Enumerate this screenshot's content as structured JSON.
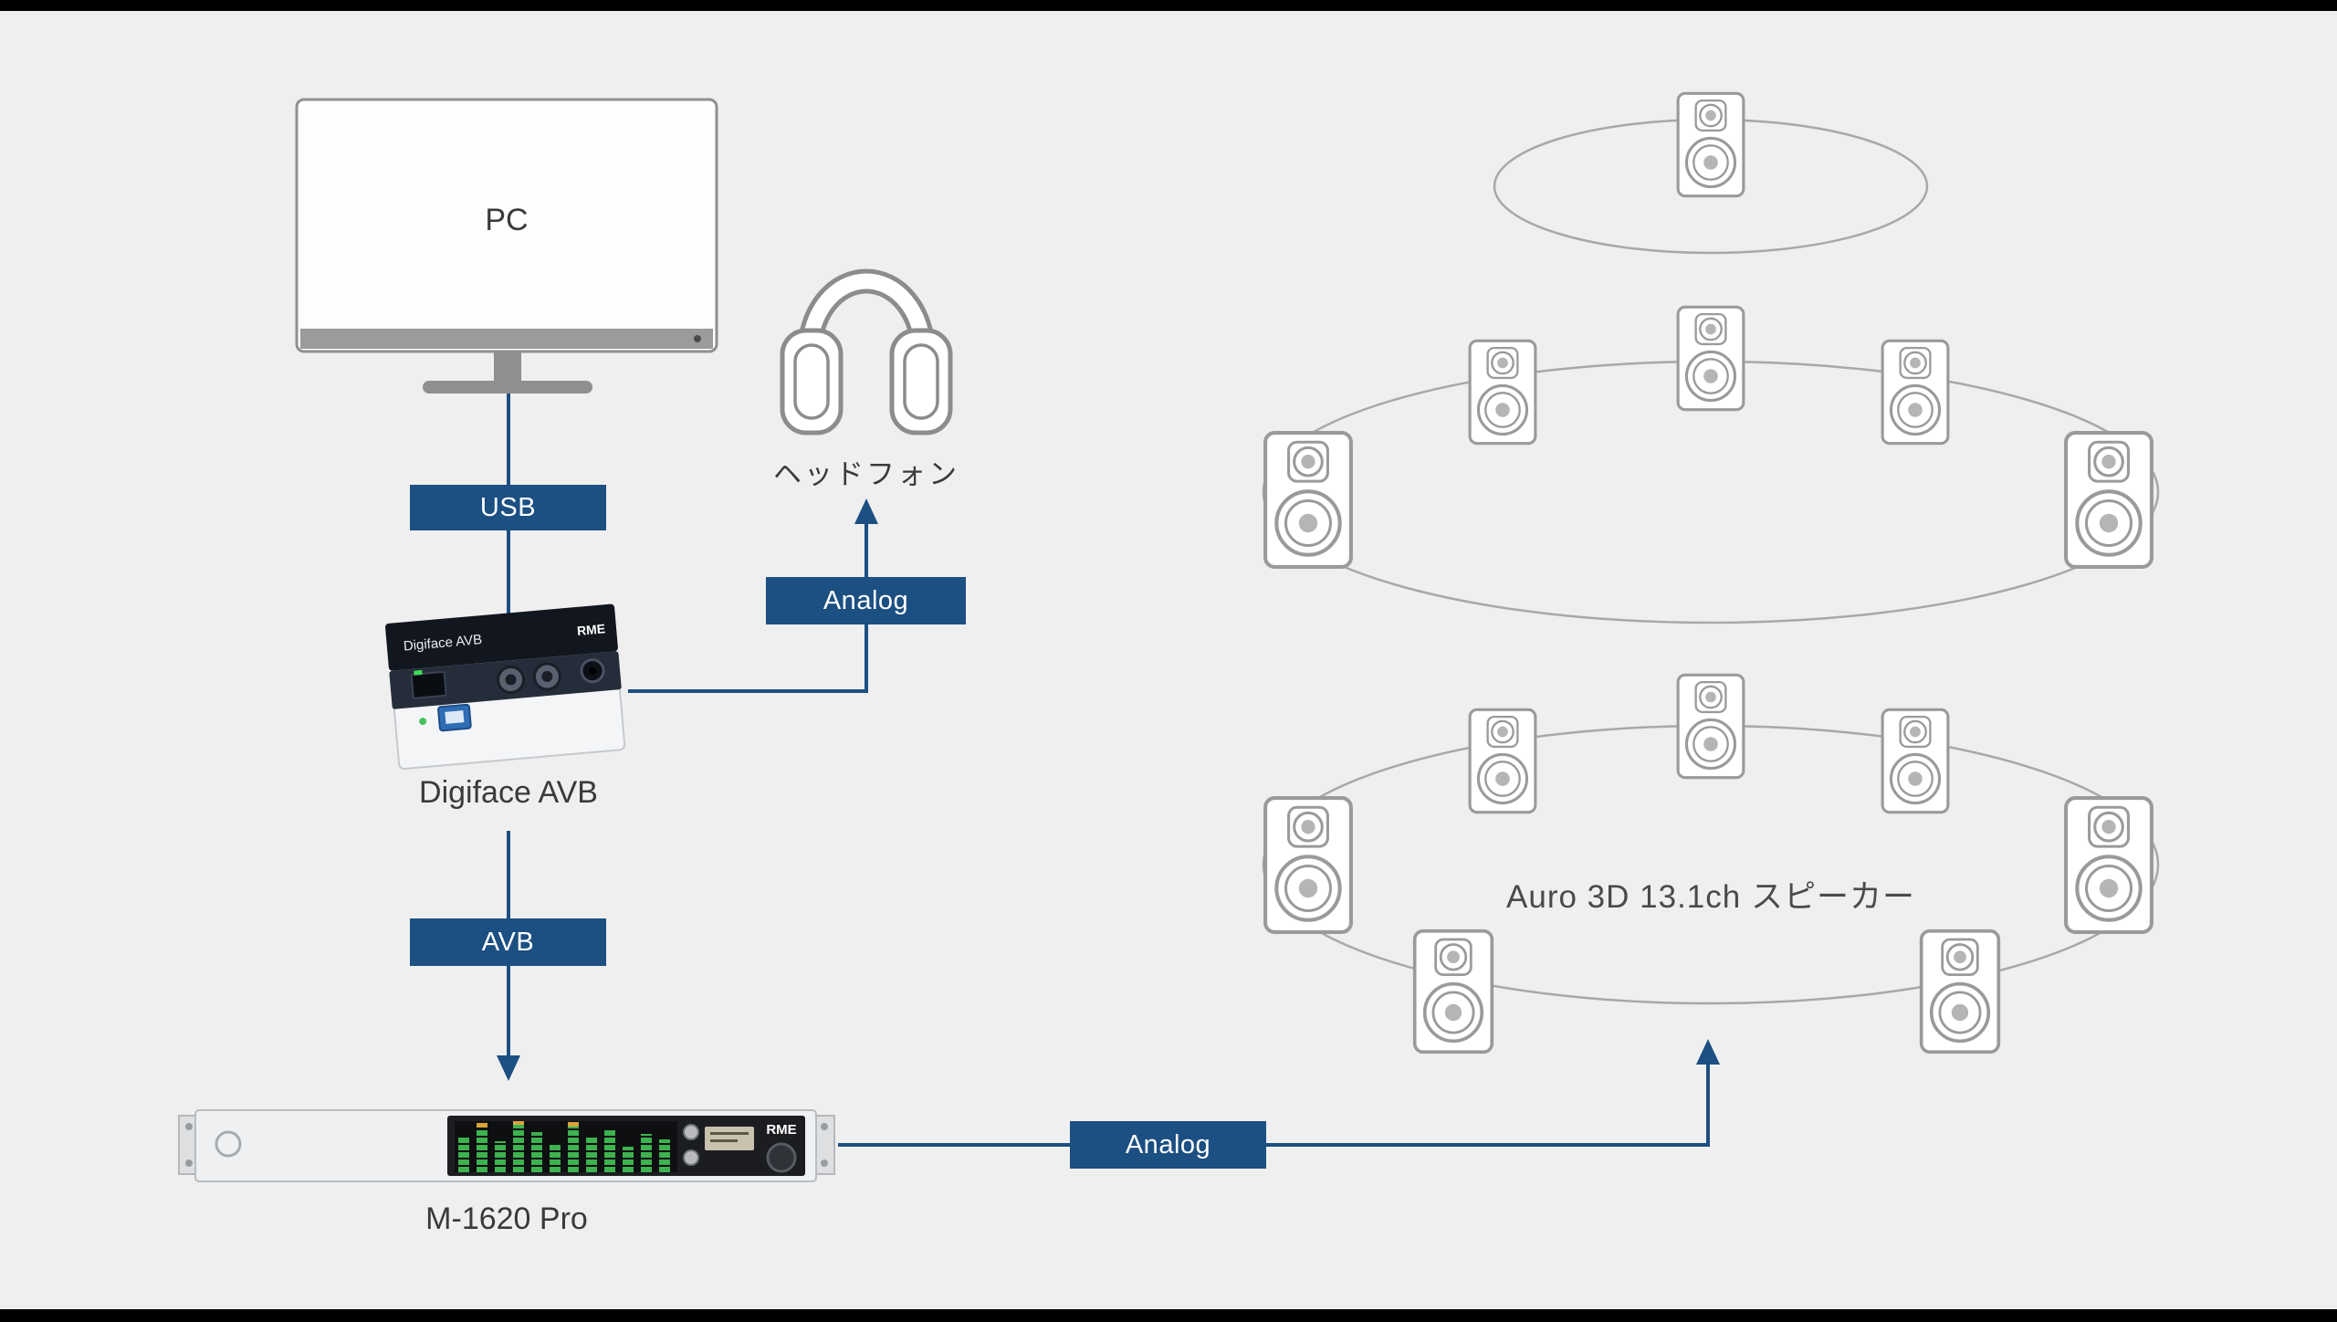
{
  "colors": {
    "background": "#efefef",
    "accent_blue": "#1c4f82",
    "outline_gray": "#9a9a9a"
  },
  "nodes": {
    "pc": {
      "label": "PC"
    },
    "headphones": {
      "label": "ヘッドフォン"
    },
    "digiface": {
      "label": "Digiface AVB",
      "panel_text": "Digiface AVB",
      "brand": "RME"
    },
    "m1620": {
      "label": "M-1620 Pro",
      "brand": "RME"
    },
    "speakers": {
      "label": "Auro 3D 13.1ch スピーカー"
    }
  },
  "edges": [
    {
      "from": "pc",
      "to": "digiface",
      "label": "USB"
    },
    {
      "from": "digiface",
      "to": "headphones",
      "label": "Analog"
    },
    {
      "from": "digiface",
      "to": "m1620",
      "label": "AVB"
    },
    {
      "from": "m1620",
      "to": "speakers",
      "label": "Analog"
    }
  ],
  "speaker_layout": {
    "top_layer_count": 1,
    "height_layer_count": 5,
    "lower_layer_count": 7
  }
}
